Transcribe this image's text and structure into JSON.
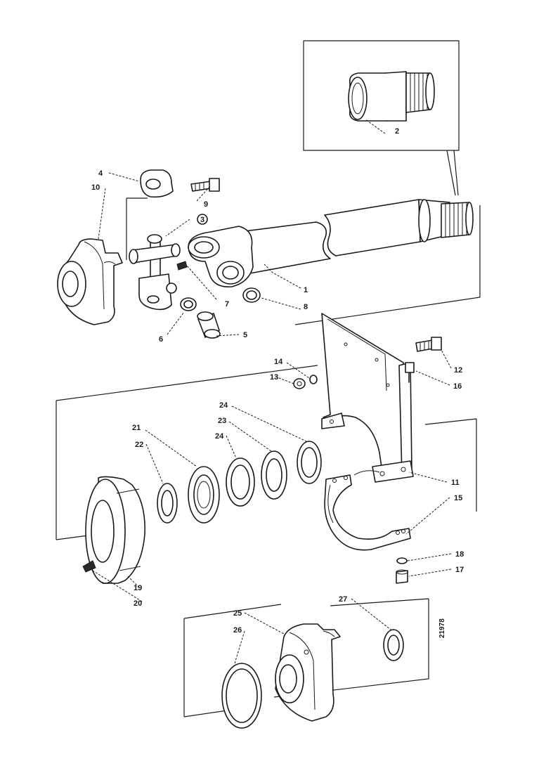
{
  "diagram": {
    "figure_number": "21978",
    "callouts": [
      {
        "id": "c1",
        "label": "1"
      },
      {
        "id": "c2",
        "label": "2"
      },
      {
        "id": "c3",
        "label": "3"
      },
      {
        "id": "c4",
        "label": "4"
      },
      {
        "id": "c5",
        "label": "5"
      },
      {
        "id": "c6",
        "label": "6"
      },
      {
        "id": "c7",
        "label": "7"
      },
      {
        "id": "c8",
        "label": "8"
      },
      {
        "id": "c9",
        "label": "9"
      },
      {
        "id": "c10",
        "label": "10"
      },
      {
        "id": "c11",
        "label": "11"
      },
      {
        "id": "c12",
        "label": "12"
      },
      {
        "id": "c13",
        "label": "13"
      },
      {
        "id": "c14",
        "label": "14"
      },
      {
        "id": "c15",
        "label": "15"
      },
      {
        "id": "c16",
        "label": "16"
      },
      {
        "id": "c17",
        "label": "17"
      },
      {
        "id": "c18",
        "label": "18"
      },
      {
        "id": "c19",
        "label": "19"
      },
      {
        "id": "c20",
        "label": "20"
      },
      {
        "id": "c21",
        "label": "21"
      },
      {
        "id": "c22",
        "label": "22"
      },
      {
        "id": "c23",
        "label": "23"
      },
      {
        "id": "c24a",
        "label": "24"
      },
      {
        "id": "c24b",
        "label": "24"
      },
      {
        "id": "c25",
        "label": "25"
      },
      {
        "id": "c26",
        "label": "26"
      },
      {
        "id": "c27",
        "label": "27"
      }
    ]
  }
}
